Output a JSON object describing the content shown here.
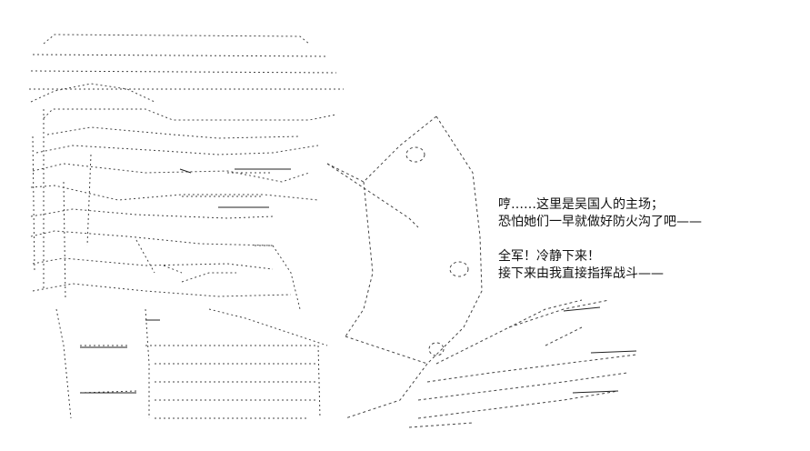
{
  "dialogue": {
    "line1": "哼……这里是吴国人的主场；",
    "line2": "恐怕她们一早就做好防火沟了吧——",
    "line3": "全军！冷静下来！",
    "line4": "接下来由我直接指挥战斗——"
  }
}
